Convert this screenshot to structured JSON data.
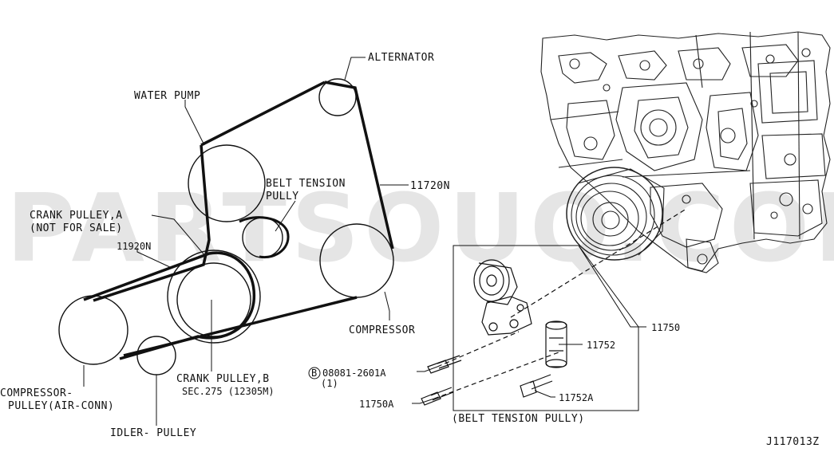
{
  "watermark": "PARTSOUQ.COM",
  "labels": {
    "alternator": "ALTERNATOR",
    "water_pump": "WATER PUMP",
    "belt_tension_pully_1": "BELT TENSION",
    "belt_tension_pully_2": "PULLY",
    "belt_part": "11720N",
    "crank_pulley_a_1": "CRANK PULLEY,A",
    "crank_pulley_a_2": "(NOT FOR SALE)",
    "part_11920n": "11920N",
    "compressor": "COMPRESSOR",
    "crank_pulley_b_1": "CRANK PULLEY,B",
    "crank_pulley_b_2": "SEC.275 (12305M)",
    "compressor_pulley_1": "COMPRESSOR-",
    "compressor_pulley_2": "PULLEY(AIR-CONN)",
    "idler_pulley": "IDLER- PULLEY",
    "part_11750": "11750",
    "part_11752": "11752",
    "bolt_marker": "B",
    "bolt_part": "08081-2601A",
    "bolt_qty": "(1)",
    "part_11750a": "11750A",
    "part_11752a": "11752A",
    "group_caption": "(BELT TENSION PULLY)",
    "diagram_id": "J117013Z"
  }
}
